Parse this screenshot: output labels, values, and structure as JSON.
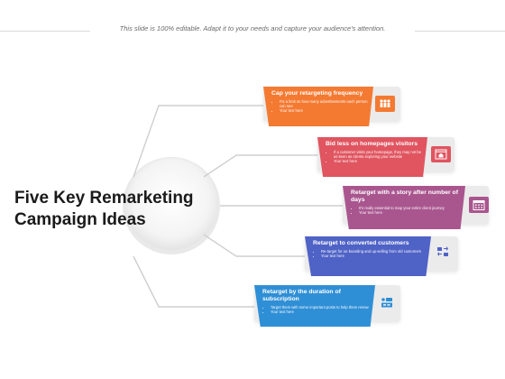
{
  "header": {
    "note": "This slide is 100% editable. Adapt it to your needs and capture your audience's attention."
  },
  "title": {
    "line1": "Five Key Remarketing",
    "line2": "Campaign Ideas"
  },
  "items": [
    {
      "heading": "Cap your retargeting frequency",
      "bullets": [
        "Fix a limit on how many advertisements each person can see",
        "Your text here"
      ],
      "color": "#f47a32",
      "icon": "people-icon"
    },
    {
      "heading": "Bid less on homepages visitors",
      "bullets": [
        "If a customer visits your homepage, they may not be as keen as clients exploring your website",
        "Your text here"
      ],
      "color": "#e05560",
      "icon": "browser-home-icon"
    },
    {
      "heading": "Retarget with a story after number of days",
      "bullets": [
        "It's really essential to map your entire client journey",
        "Your text here"
      ],
      "color": "#a9568f",
      "icon": "calendar-icon"
    },
    {
      "heading": "Retarget to converted customers",
      "bullets": [
        "Re-target for on-boarding and up-selling from old customers",
        "Your text here"
      ],
      "color": "#4f62c6",
      "icon": "exchange-icon"
    },
    {
      "heading": "Retarget by the duration of subscription",
      "bullets": [
        "Target them with some important posts to help them renew",
        "Your text here"
      ],
      "color": "#2f8fd6",
      "icon": "subscription-icon"
    }
  ]
}
